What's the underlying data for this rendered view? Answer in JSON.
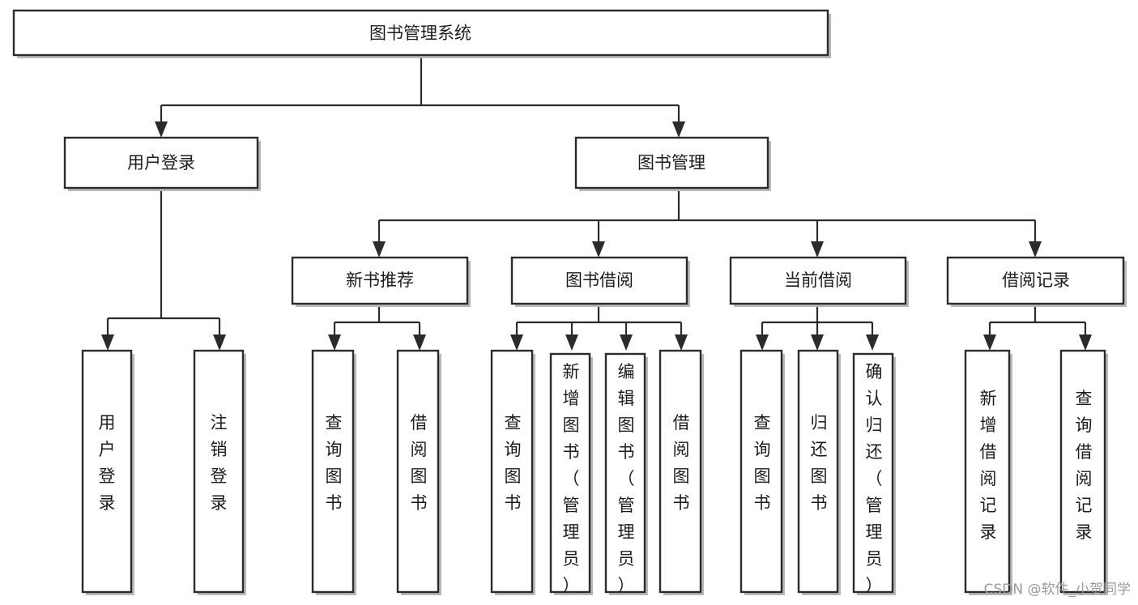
{
  "diagram": {
    "title": "图书管理系统",
    "type": "tree",
    "root": {
      "id": "root",
      "label": "图书管理系统",
      "orientation": "horizontal"
    },
    "level2": [
      {
        "id": "user-login",
        "label": "用户登录",
        "orientation": "horizontal"
      },
      {
        "id": "book-management",
        "label": "图书管理",
        "orientation": "horizontal"
      }
    ],
    "level3": [
      {
        "id": "new-book-recommend",
        "label": "新书推荐",
        "orientation": "horizontal",
        "parent": "book-management"
      },
      {
        "id": "book-borrow",
        "label": "图书借阅",
        "orientation": "horizontal",
        "parent": "book-management"
      },
      {
        "id": "current-borrow",
        "label": "当前借阅",
        "orientation": "horizontal",
        "parent": "book-management"
      },
      {
        "id": "borrow-record",
        "label": "借阅记录",
        "orientation": "horizontal",
        "parent": "book-management"
      }
    ],
    "leaves": [
      {
        "id": "leaf-user-login",
        "label": "用户登录",
        "orientation": "vertical",
        "parent": "user-login"
      },
      {
        "id": "leaf-user-logout",
        "label": "注销登录",
        "orientation": "vertical",
        "parent": "user-login"
      },
      {
        "id": "leaf-query-book-1",
        "label": "查询图书",
        "orientation": "vertical",
        "parent": "new-book-recommend"
      },
      {
        "id": "leaf-borrow-book-1",
        "label": "借阅图书",
        "orientation": "vertical",
        "parent": "new-book-recommend"
      },
      {
        "id": "leaf-query-book-2",
        "label": "查询图书",
        "orientation": "vertical",
        "parent": "book-borrow"
      },
      {
        "id": "leaf-add-book",
        "label": "新增图书（管理员）",
        "orientation": "vertical",
        "parent": "book-borrow"
      },
      {
        "id": "leaf-edit-book",
        "label": "编辑图书（管理员）",
        "orientation": "vertical",
        "parent": "book-borrow"
      },
      {
        "id": "leaf-borrow-book-2",
        "label": "借阅图书",
        "orientation": "vertical",
        "parent": "book-borrow"
      },
      {
        "id": "leaf-query-book-3",
        "label": "查询图书",
        "orientation": "vertical",
        "parent": "current-borrow"
      },
      {
        "id": "leaf-return-book",
        "label": "归还图书",
        "orientation": "vertical",
        "parent": "current-borrow"
      },
      {
        "id": "leaf-confirm-return",
        "label": "确认归还（管理员）",
        "orientation": "vertical",
        "parent": "current-borrow"
      },
      {
        "id": "leaf-add-record",
        "label": "新增借阅记录",
        "orientation": "vertical",
        "parent": "borrow-record"
      },
      {
        "id": "leaf-query-record",
        "label": "查询借阅记录",
        "orientation": "vertical",
        "parent": "borrow-record"
      }
    ],
    "colors": {
      "box_stroke": "#2b2b2b",
      "box_fill": "#ffffff",
      "line": "#2b2b2b",
      "text": "#1c1c1c",
      "watermark": "#9a9a9a",
      "background": "#ffffff"
    }
  },
  "watermark": {
    "text": "CSDN @软件_小贺同学"
  }
}
